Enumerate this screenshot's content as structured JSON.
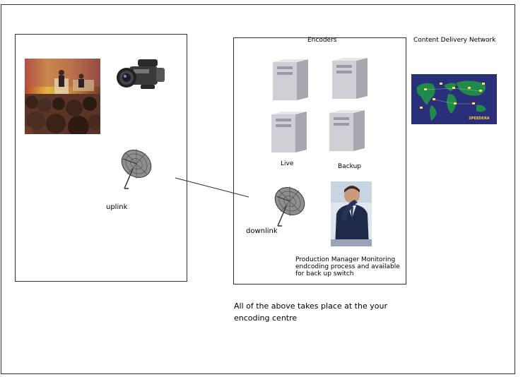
{
  "labels": {
    "encoders": "Encoders",
    "cdn": "Content Delivery Network",
    "live": "Live",
    "backup": "Backup",
    "uplink": "uplink",
    "downlink": "downlink",
    "manager_line1": "Production Manager Monitoring",
    "manager_line2": "endcoding process and available",
    "manager_line3": "for back up switch",
    "footer_line1": "All of the above takes place at the your",
    "footer_line2": "encoding centre",
    "speedera": "SPEEDERA"
  },
  "colors": {
    "border": "#333333",
    "server_body": "#d9d9df",
    "dish": "#6e6e6e",
    "map_bg": "#2a2f7a",
    "map_land": "#1f8a4a"
  },
  "icons": {
    "conference": "conference-photo",
    "camera": "video-camera-icon",
    "uplink_dish": "satellite-dish-icon",
    "downlink_dish": "satellite-dish-icon",
    "server": "server-tower-icon",
    "manager": "production-manager-photo",
    "cdn_map": "world-map-icon"
  }
}
